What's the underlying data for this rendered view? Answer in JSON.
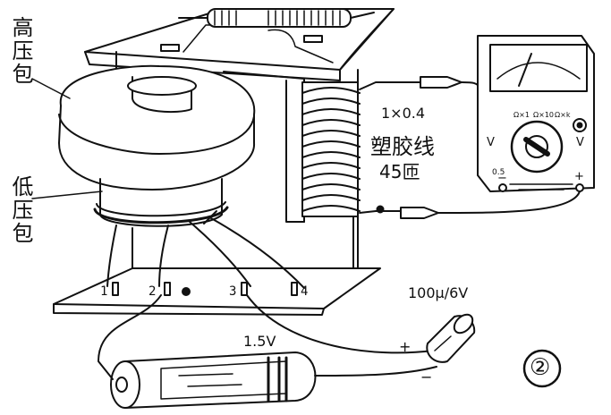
{
  "labels": {
    "hv_coil": "高压包",
    "lv_coil": "低压包",
    "winding_spec": "1×0.4",
    "wire_type": "塑胶线",
    "turns": "45匝",
    "battery_voltage": "1.5V",
    "capacitor_value": "100μ/6V",
    "plus": "+",
    "minus": "−",
    "figure_number": "②"
  },
  "terminals": [
    "1",
    "2",
    "3",
    "4"
  ],
  "meter": {
    "left_v": "V",
    "right_v": "V",
    "range_a": "Ω×1",
    "range_b": "Ω×10",
    "range_c": "Ω×k",
    "range_d": "0.5",
    "jack_minus": "−",
    "jack_plus": "+"
  },
  "colors": {
    "ink": "#111111",
    "paper": "#ffffff"
  }
}
